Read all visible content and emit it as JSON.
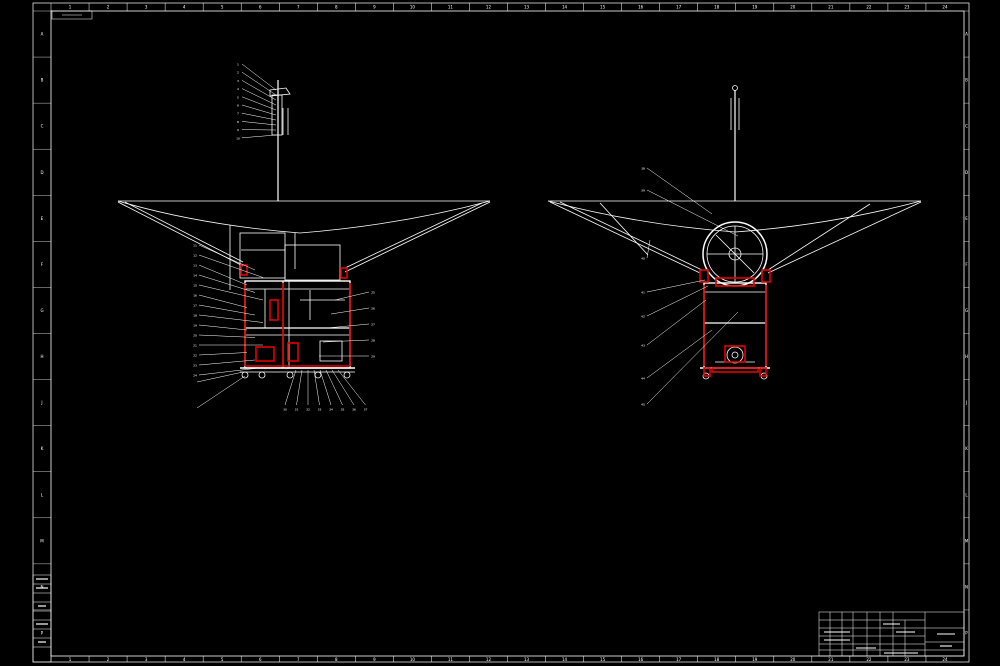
{
  "colors": {
    "background": "#000000",
    "line": "#ffffff",
    "highlight": "#e00000"
  },
  "border_zones": {
    "top": [
      "1",
      "2",
      "3",
      "4",
      "5",
      "6",
      "7",
      "8",
      "9",
      "10",
      "11",
      "12",
      "13",
      "14",
      "15",
      "16",
      "17",
      "18",
      "19",
      "20",
      "21",
      "22",
      "23",
      "24"
    ],
    "bottom": [
      "1",
      "2",
      "3",
      "4",
      "5",
      "6",
      "7",
      "8",
      "9",
      "10",
      "11",
      "12",
      "13",
      "14",
      "15",
      "16",
      "17",
      "18",
      "19",
      "20",
      "21",
      "22",
      "23",
      "24"
    ],
    "left": [
      "A",
      "B",
      "C",
      "D",
      "E",
      "F",
      "G",
      "H",
      "J",
      "K",
      "L",
      "M",
      "N",
      "P"
    ],
    "right": [
      "A",
      "B",
      "C",
      "D",
      "E",
      "F",
      "G",
      "H",
      "J",
      "K",
      "L",
      "M",
      "N",
      "P"
    ]
  },
  "left_view": {
    "balloons_left": [
      "1",
      "2",
      "3",
      "4",
      "5",
      "6",
      "7",
      "8",
      "9",
      "10",
      "11",
      "12",
      "13",
      "14",
      "15",
      "16",
      "17",
      "18",
      "19",
      "20",
      "21",
      "22",
      "23",
      "24"
    ],
    "balloons_right": [
      "25",
      "26",
      "27",
      "28",
      "29"
    ],
    "balloons_bottom": [
      "30",
      "31",
      "32",
      "33",
      "34",
      "35",
      "36",
      "37"
    ]
  },
  "right_view": {
    "balloons": [
      "38",
      "39",
      "40",
      "41",
      "42",
      "43",
      "44",
      "45"
    ]
  },
  "title_block": {
    "title": "",
    "drawing_no": ""
  }
}
